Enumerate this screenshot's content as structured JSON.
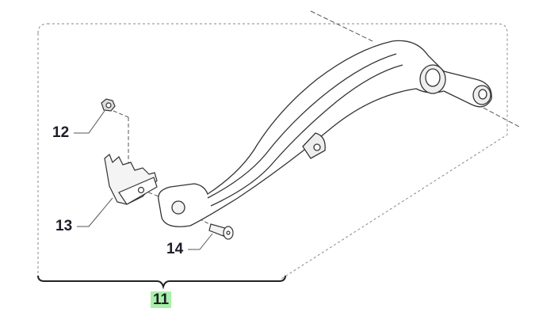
{
  "diagram": {
    "callouts": [
      {
        "id": "12",
        "part": "nut"
      },
      {
        "id": "13",
        "part": "footpeg-tip"
      },
      {
        "id": "14",
        "part": "screw"
      }
    ],
    "assembly_label": "11",
    "highlight_color": "#a8f0a8",
    "label_color": "#1e1e2a"
  }
}
